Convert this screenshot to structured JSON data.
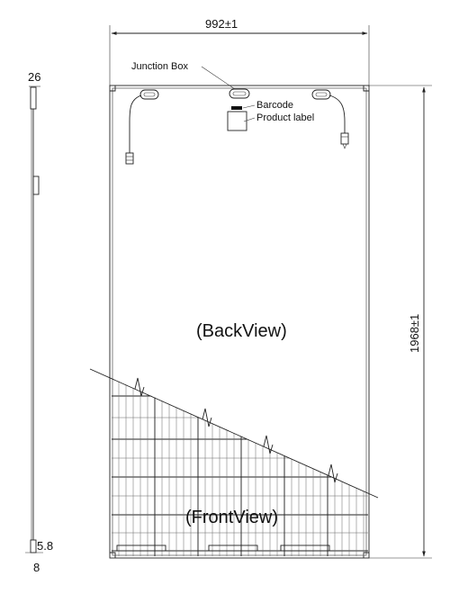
{
  "dimensions": {
    "width": "992±1",
    "height": "1968±1",
    "thickness": "26",
    "edge_a": "5.8",
    "edge_b": "8"
  },
  "labels": {
    "junction_box": "Junction Box",
    "barcode": "Barcode",
    "product_label": "Product label",
    "back_view": "(BackView)",
    "front_view": "(FrontView)"
  }
}
